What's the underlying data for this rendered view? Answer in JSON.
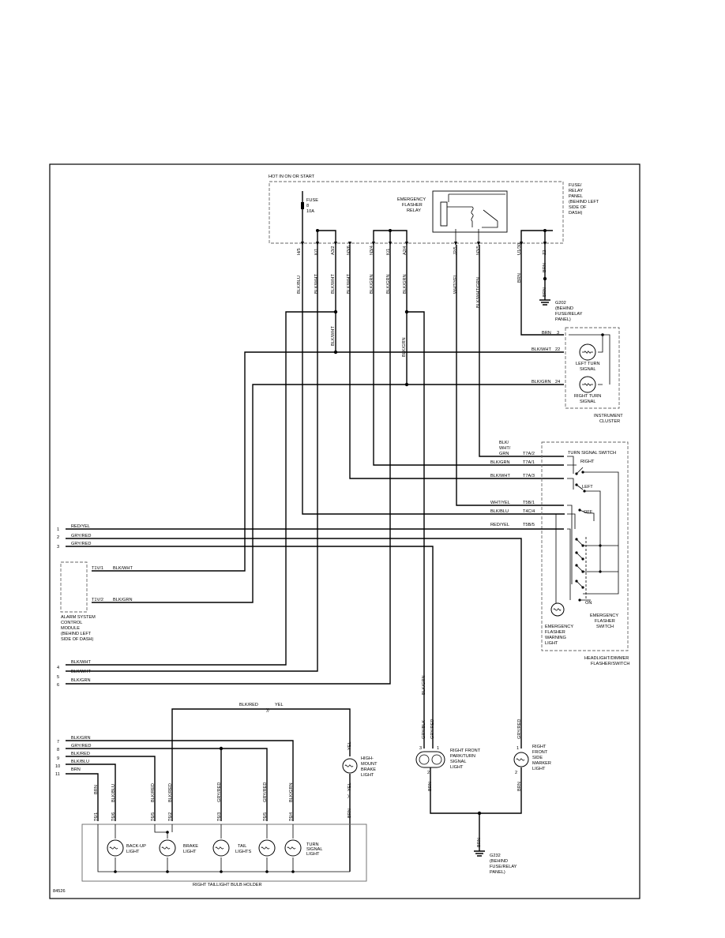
{
  "power": "HOT IN ON OR START",
  "fuse_panel": {
    "name": [
      "FUSE/",
      "RELAY",
      "PANEL",
      "(BEHIND LEFT",
      "SIDE OF",
      "DASH)"
    ]
  },
  "fuse": [
    "FUSE",
    "8",
    "10A"
  ],
  "relay": [
    "EMERGENCY",
    "FLASHER",
    "RELAY"
  ],
  "terminals": [
    "H/5",
    "K/1",
    "A3/2",
    "N3/6",
    "N3/4",
    "K/1",
    "A2/4",
    "J2/5",
    "N3/5",
    "U1/30",
    "Z2"
  ],
  "top_wires": [
    "BLK/BLU",
    "BLK/WHT",
    "BLK/WHT",
    "BLK/WHT",
    "BLK/GRN",
    "BLK/GRN",
    "BLK/GRN",
    "WHT/YEL",
    "BLK/WHT/GRN",
    "BRN",
    "BRN"
  ],
  "g202": [
    "G202",
    "(BEHIND",
    "FUSE/RELAY",
    "PANEL)"
  ],
  "mid_wires": {
    "blk_wht": "BLK/WHT",
    "blk_grn": "BLK/GRN"
  },
  "cluster": {
    "brn": "BRN",
    "pin3": "3",
    "blkwht": "BLK/WHT",
    "pin22": "22",
    "blkgrn": "BLK/GRN",
    "pin24": "24",
    "left": [
      "LEFT TURN",
      "SIGNAL"
    ],
    "right": [
      "RIGHT TURN",
      "SIGNAL"
    ],
    "name": [
      "INSTRUMENT",
      "CLUSTER"
    ]
  },
  "switch_wires": [
    {
      "wire": "BLK/",
      "pin": ""
    },
    {
      "wire": "WHT/",
      "pin": ""
    },
    {
      "wire": "GRN",
      "pin": "T7A/2"
    },
    {
      "wire": "BLK/GRN",
      "pin": "T7A/1"
    },
    {
      "wire": "BLK/WHT",
      "pin": "T7A/3"
    },
    {
      "wire": "WHT/YEL",
      "pin": "T5B/1"
    },
    {
      "wire": "BLK/BLU",
      "pin": "T4C/4"
    },
    {
      "wire": "RED/YEL",
      "pin": "T5B/5"
    }
  ],
  "turn_switch": {
    "title": "TURN SIGNAL SWITCH",
    "right": "RIGHT",
    "left": "LEFT",
    "off": "OFF",
    "on": "ON"
  },
  "emergency_switch": [
    "EMERGENCY",
    "FLASHER",
    "SWITCH"
  ],
  "warning_light": [
    "EMERGENCY",
    "FLASHER",
    "WARNING",
    "LIGHT"
  ],
  "headlight_switch": [
    "HEADLIGHT/DIMMER",
    "FLASHER/SWITCH"
  ],
  "left_in": [
    {
      "num": "1",
      "wire": "RED/YEL"
    },
    {
      "num": "2",
      "wire": "GRY/RED"
    },
    {
      "num": "3",
      "wire": "GRY/RED"
    }
  ],
  "alarm": {
    "pin1": "T1V/1",
    "wire1": "BLK/WHT",
    "pin2": "T1V/2",
    "wire2": "BLK/GRN",
    "name": [
      "ALARM SYSTEM",
      "CONTROL",
      "MODULE",
      "(BEHIND LEFT",
      "SIDE OF DASH)"
    ]
  },
  "left_in2": [
    {
      "num": "4",
      "wire": "BLK/WHT"
    },
    {
      "num": "5",
      "wire": "BLK/WHT"
    },
    {
      "num": "6",
      "wire": "BLK/GRN"
    }
  ],
  "brake_feed": {
    "wire1": "BLK/RED",
    "wire2": "YEL"
  },
  "left_in3": [
    {
      "num": "",
      "wire": "BLK/GRN"
    },
    {
      "num": "7",
      "wire": "GRY/RED"
    },
    {
      "num": "8",
      "wire": "BLK/RED"
    },
    {
      "num": "9",
      "wire": "BLK/BLU"
    },
    {
      "num": "10",
      "wire": "BRN"
    },
    {
      "num": "11",
      "wire": ""
    }
  ],
  "taillight_wires": [
    "BRN",
    "BLK/BLU",
    "BLK/RED",
    "BLK/RED",
    "GRY/RED",
    "GRY/RED",
    "BLK/GRN"
  ],
  "taillight_pins": [
    "T6/1",
    "T6/6",
    "T6/5",
    "T6/2",
    "T6/3",
    "T6/5",
    "T6/4"
  ],
  "bulbs": {
    "backup": [
      "BACK-UP",
      "LIGHT"
    ],
    "brake": [
      "BRAKE",
      "LIGHT"
    ],
    "tail": [
      "TAIL",
      "LIGHTS"
    ],
    "turn": [
      "TURN",
      "SIGNAL",
      "LIGHT"
    ]
  },
  "holder": "RIGHT TAILLIGHT BULB HOLDER",
  "high_mount": {
    "wire_top": "YEL",
    "wire_bot": "YEL",
    "brn": "BRN",
    "name": [
      "HIGH-",
      "MOUNT",
      "BRAKE",
      "LIGHT"
    ]
  },
  "front_park": {
    "wires_top": [
      "BLK/GRN",
      "GRY/BLK",
      "GRY/RED"
    ],
    "pins": [
      "3",
      "1",
      "2"
    ],
    "brn": "BRN",
    "name": [
      "RIGHT FRONT",
      "PARK/TURN",
      "SIGNAL",
      "LIGHT"
    ]
  },
  "side_marker": {
    "wire": "GRY/RED",
    "pin1": "1",
    "pin2": "2",
    "brn": "BRN",
    "name": [
      "RIGHT",
      "FRONT",
      "SIDE",
      "MARKER",
      "LIGHT"
    ]
  },
  "g232": {
    "brn": "BRN",
    "name": [
      "G232",
      "(BEHIND",
      "FUSE/RELAY",
      "PANEL)"
    ]
  },
  "code": "84526"
}
